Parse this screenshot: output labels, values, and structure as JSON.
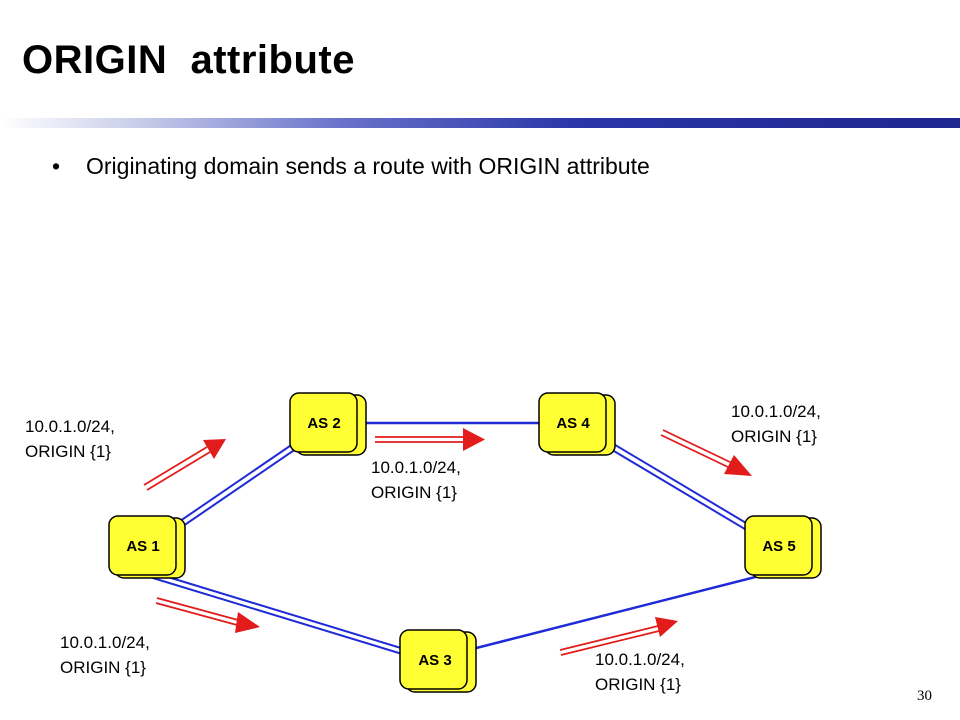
{
  "slide": {
    "title": "ORIGIN  attribute",
    "bullet_mark": "•",
    "bullet": "Originating domain sends a route with ORIGIN attribute",
    "page_number": "30"
  },
  "colors": {
    "node_fill": "#ffff33",
    "link": "#1f2bd6",
    "arrow": "#e21b1b"
  },
  "diagram": {
    "nodes": [
      {
        "id": "as1",
        "label": "AS 1"
      },
      {
        "id": "as2",
        "label": "AS 2"
      },
      {
        "id": "as3",
        "label": "AS 3"
      },
      {
        "id": "as4",
        "label": "AS 4"
      },
      {
        "id": "as5",
        "label": "AS 5"
      }
    ],
    "links": [
      {
        "from": "as1",
        "to": "as2"
      },
      {
        "from": "as2",
        "to": "as4"
      },
      {
        "from": "as4",
        "to": "as5"
      },
      {
        "from": "as1",
        "to": "as3"
      },
      {
        "from": "as3",
        "to": "as5"
      }
    ],
    "announcements": [
      {
        "prefix": "10.0.1.0/24,",
        "origin": "ORIGIN {1}"
      },
      {
        "prefix": "10.0.1.0/24,",
        "origin": "ORIGIN {1}"
      },
      {
        "prefix": "10.0.1.0/24,",
        "origin": "ORIGIN {1}"
      },
      {
        "prefix": "10.0.1.0/24,",
        "origin": "ORIGIN {1}"
      },
      {
        "prefix": "10.0.1.0/24,",
        "origin": "ORIGIN {1}"
      }
    ]
  }
}
